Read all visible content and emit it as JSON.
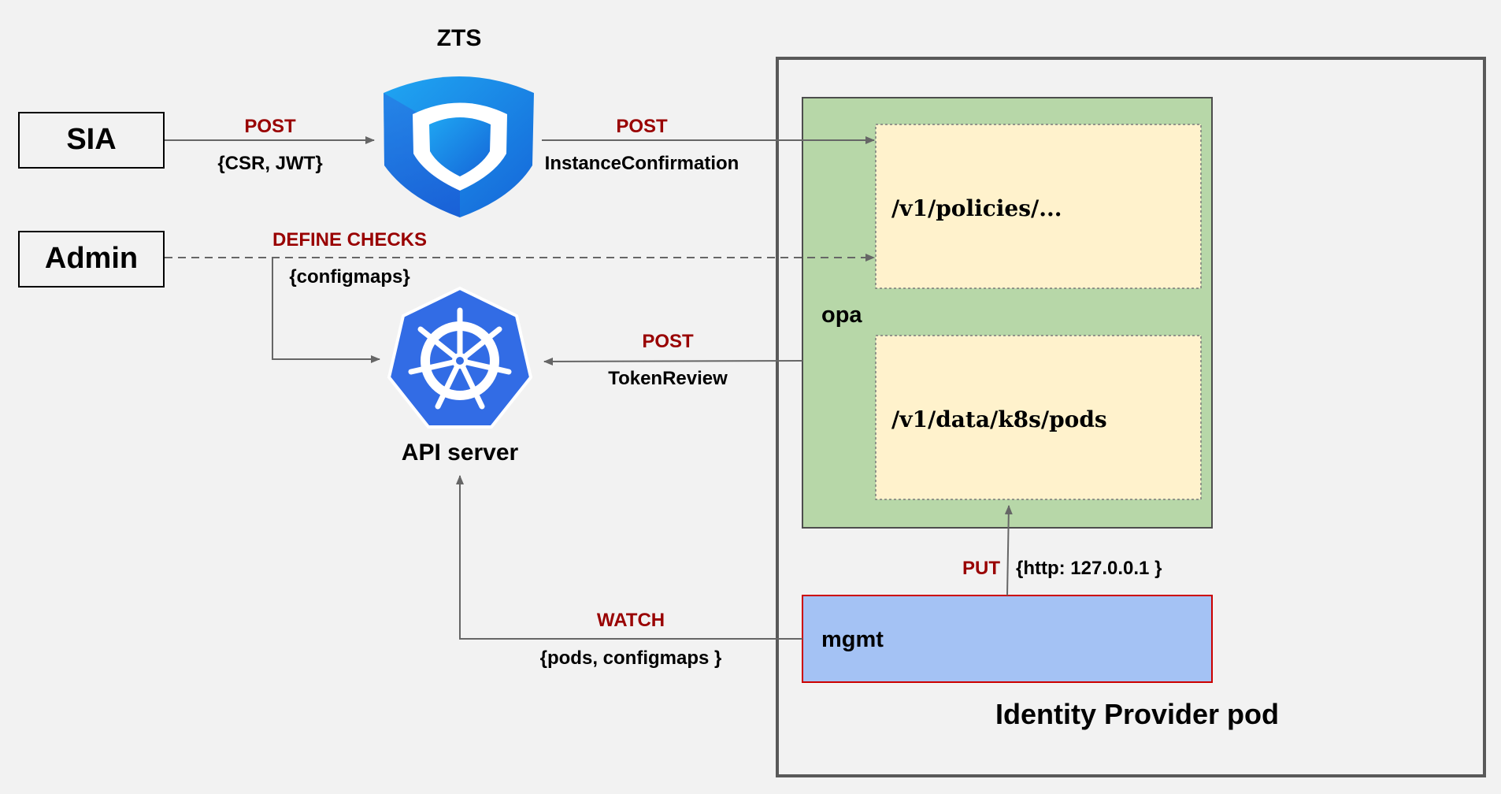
{
  "nodes": {
    "sia": "SIA",
    "admin": "Admin",
    "zts": "ZTS",
    "api_server": "API server",
    "pod": "Identity Provider pod",
    "opa": "opa",
    "mgmt": "mgmt",
    "policies": "/v1/policies/...",
    "data_pods": "/v1/data/k8s/pods"
  },
  "edges": {
    "sia_zts": {
      "verb": "POST",
      "payload": "{CSR, JWT}"
    },
    "zts_opa": {
      "verb": "POST",
      "payload": "InstanceConfirmation"
    },
    "admin_checks": {
      "verb": "DEFINE CHECKS",
      "payload": "{configmaps}"
    },
    "opa_api": {
      "verb": "POST",
      "payload": "TokenReview"
    },
    "mgmt_opa": {
      "verb": "PUT",
      "payload": "{http: 127.0.0.1 }"
    },
    "mgmt_api": {
      "verb": "WATCH",
      "payload": "{pods, configmaps }"
    }
  },
  "colors": {
    "background": "#f2f2f2",
    "verb_red": "#990000",
    "opa_green": "#b7d7a8",
    "endpoint_yellow": "#fff2cc",
    "mgmt_blue": "#a4c2f4",
    "mgmt_border": "#cc0000",
    "arrow_gray": "#666666",
    "k8s_blue": "#326ce5"
  },
  "icons": {
    "zts": "shield-icon",
    "api_server": "kubernetes-helm-icon"
  }
}
